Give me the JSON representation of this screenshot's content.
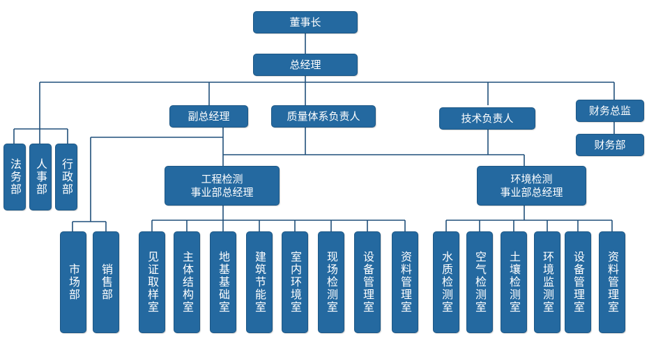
{
  "org": {
    "chairman": "董事长",
    "general_manager": "总经理",
    "deputy_gm": "副总经理",
    "quality_head": "质量体系负责人",
    "tech_head": "技术负责人",
    "finance_director": "财务总监",
    "finance_dept": "财务部",
    "legal_dept": "法务部",
    "hr_dept": "人事部",
    "admin_dept": "行政部",
    "market_dept": "市场部",
    "sales_dept": "销售部",
    "eng_div_line1": "工程检测",
    "eng_div_line2": "事业部总经理",
    "env_div_line1": "环境检测",
    "env_div_line2": "事业部总经理",
    "eng_labs": [
      "见证取样室",
      "主体结构室",
      "地基基础室",
      "建筑节能室",
      "室内环境室",
      "现场检测室",
      "设备管理室",
      "资料管理室"
    ],
    "env_labs": [
      "水质检测室",
      "空气检测室",
      "土壤检测室",
      "环境监测室",
      "设备管理室",
      "资料管理室"
    ]
  },
  "colors": {
    "box_fill": "#2469a0",
    "line": "#1f4f7a"
  }
}
